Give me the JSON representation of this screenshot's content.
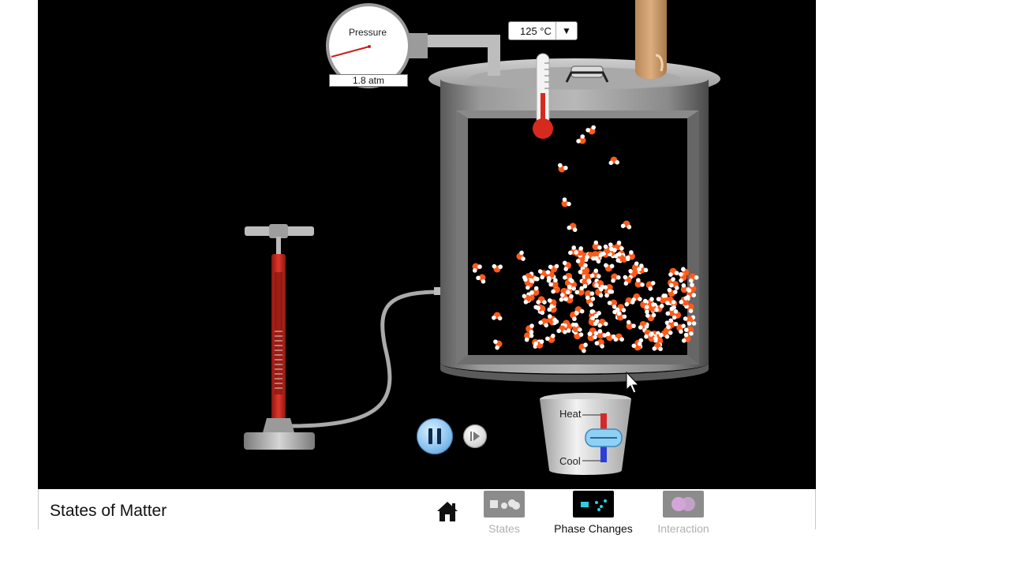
{
  "sim": {
    "pressure_gauge": {
      "label": "Pressure",
      "reading": "1.8 atm"
    },
    "thermometer": {
      "reading": "125 °C",
      "dropdown_icon": "triangle-down-icon"
    },
    "heat_cool": {
      "heat_label": "Heat",
      "cool_label": "Cool"
    },
    "controls": {
      "pause_icon": "pause-icon",
      "step_icon": "step-forward-icon"
    }
  },
  "navbar": {
    "title": "States of Matter",
    "home_icon": "home-icon",
    "tabs": [
      {
        "label": "States",
        "active": false
      },
      {
        "label": "Phase Changes",
        "active": true
      },
      {
        "label": "Interaction",
        "active": false
      }
    ]
  },
  "colors": {
    "background": "#000000",
    "oxygen": "#ff5a1a",
    "hydrogen": "#ffffff",
    "pump_red": "#c8201a",
    "active_tab_text": "#111111",
    "inactive_tab_text": "#b0b0b0"
  }
}
